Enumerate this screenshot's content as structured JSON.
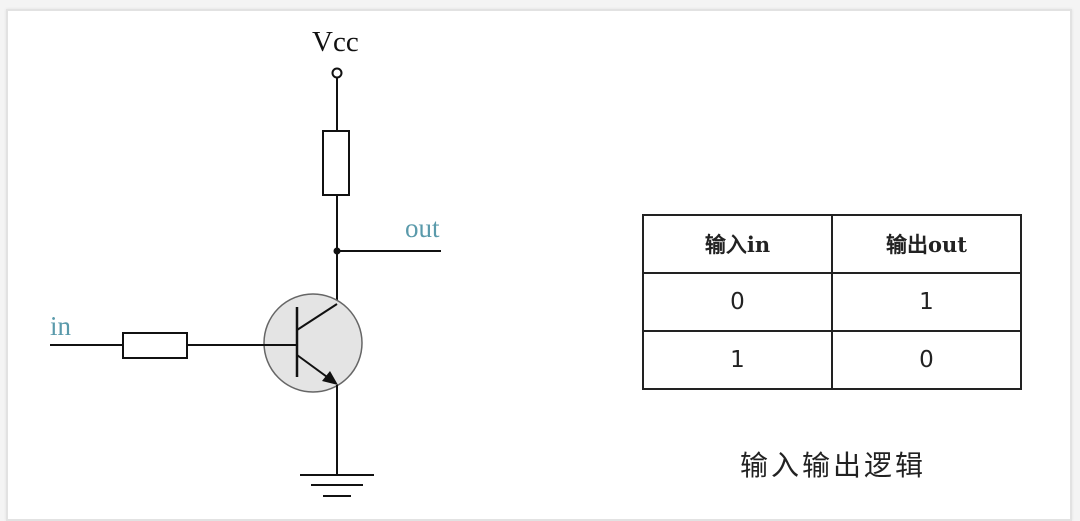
{
  "diagram": {
    "title": "NPN transistor inverter (NOT gate) circuit",
    "labels": {
      "vcc": "Vcc",
      "input": "in",
      "output": "out"
    },
    "components": [
      {
        "type": "power-terminal",
        "name": "Vcc"
      },
      {
        "type": "resistor",
        "name": "collector-resistor"
      },
      {
        "type": "resistor",
        "name": "base-resistor"
      },
      {
        "type": "npn-transistor",
        "name": "transistor"
      },
      {
        "type": "ground",
        "name": "ground"
      },
      {
        "type": "junction",
        "name": "output-node"
      }
    ],
    "colors": {
      "io_label": "#5a9aab",
      "transistor_fill": "#e4e4e4",
      "wire": "#111111"
    }
  },
  "truth_table": {
    "headers": [
      "输入in",
      "输出out"
    ],
    "rows": [
      [
        "0",
        "1"
      ],
      [
        "1",
        "0"
      ]
    ],
    "caption": "输入输出逻辑"
  }
}
